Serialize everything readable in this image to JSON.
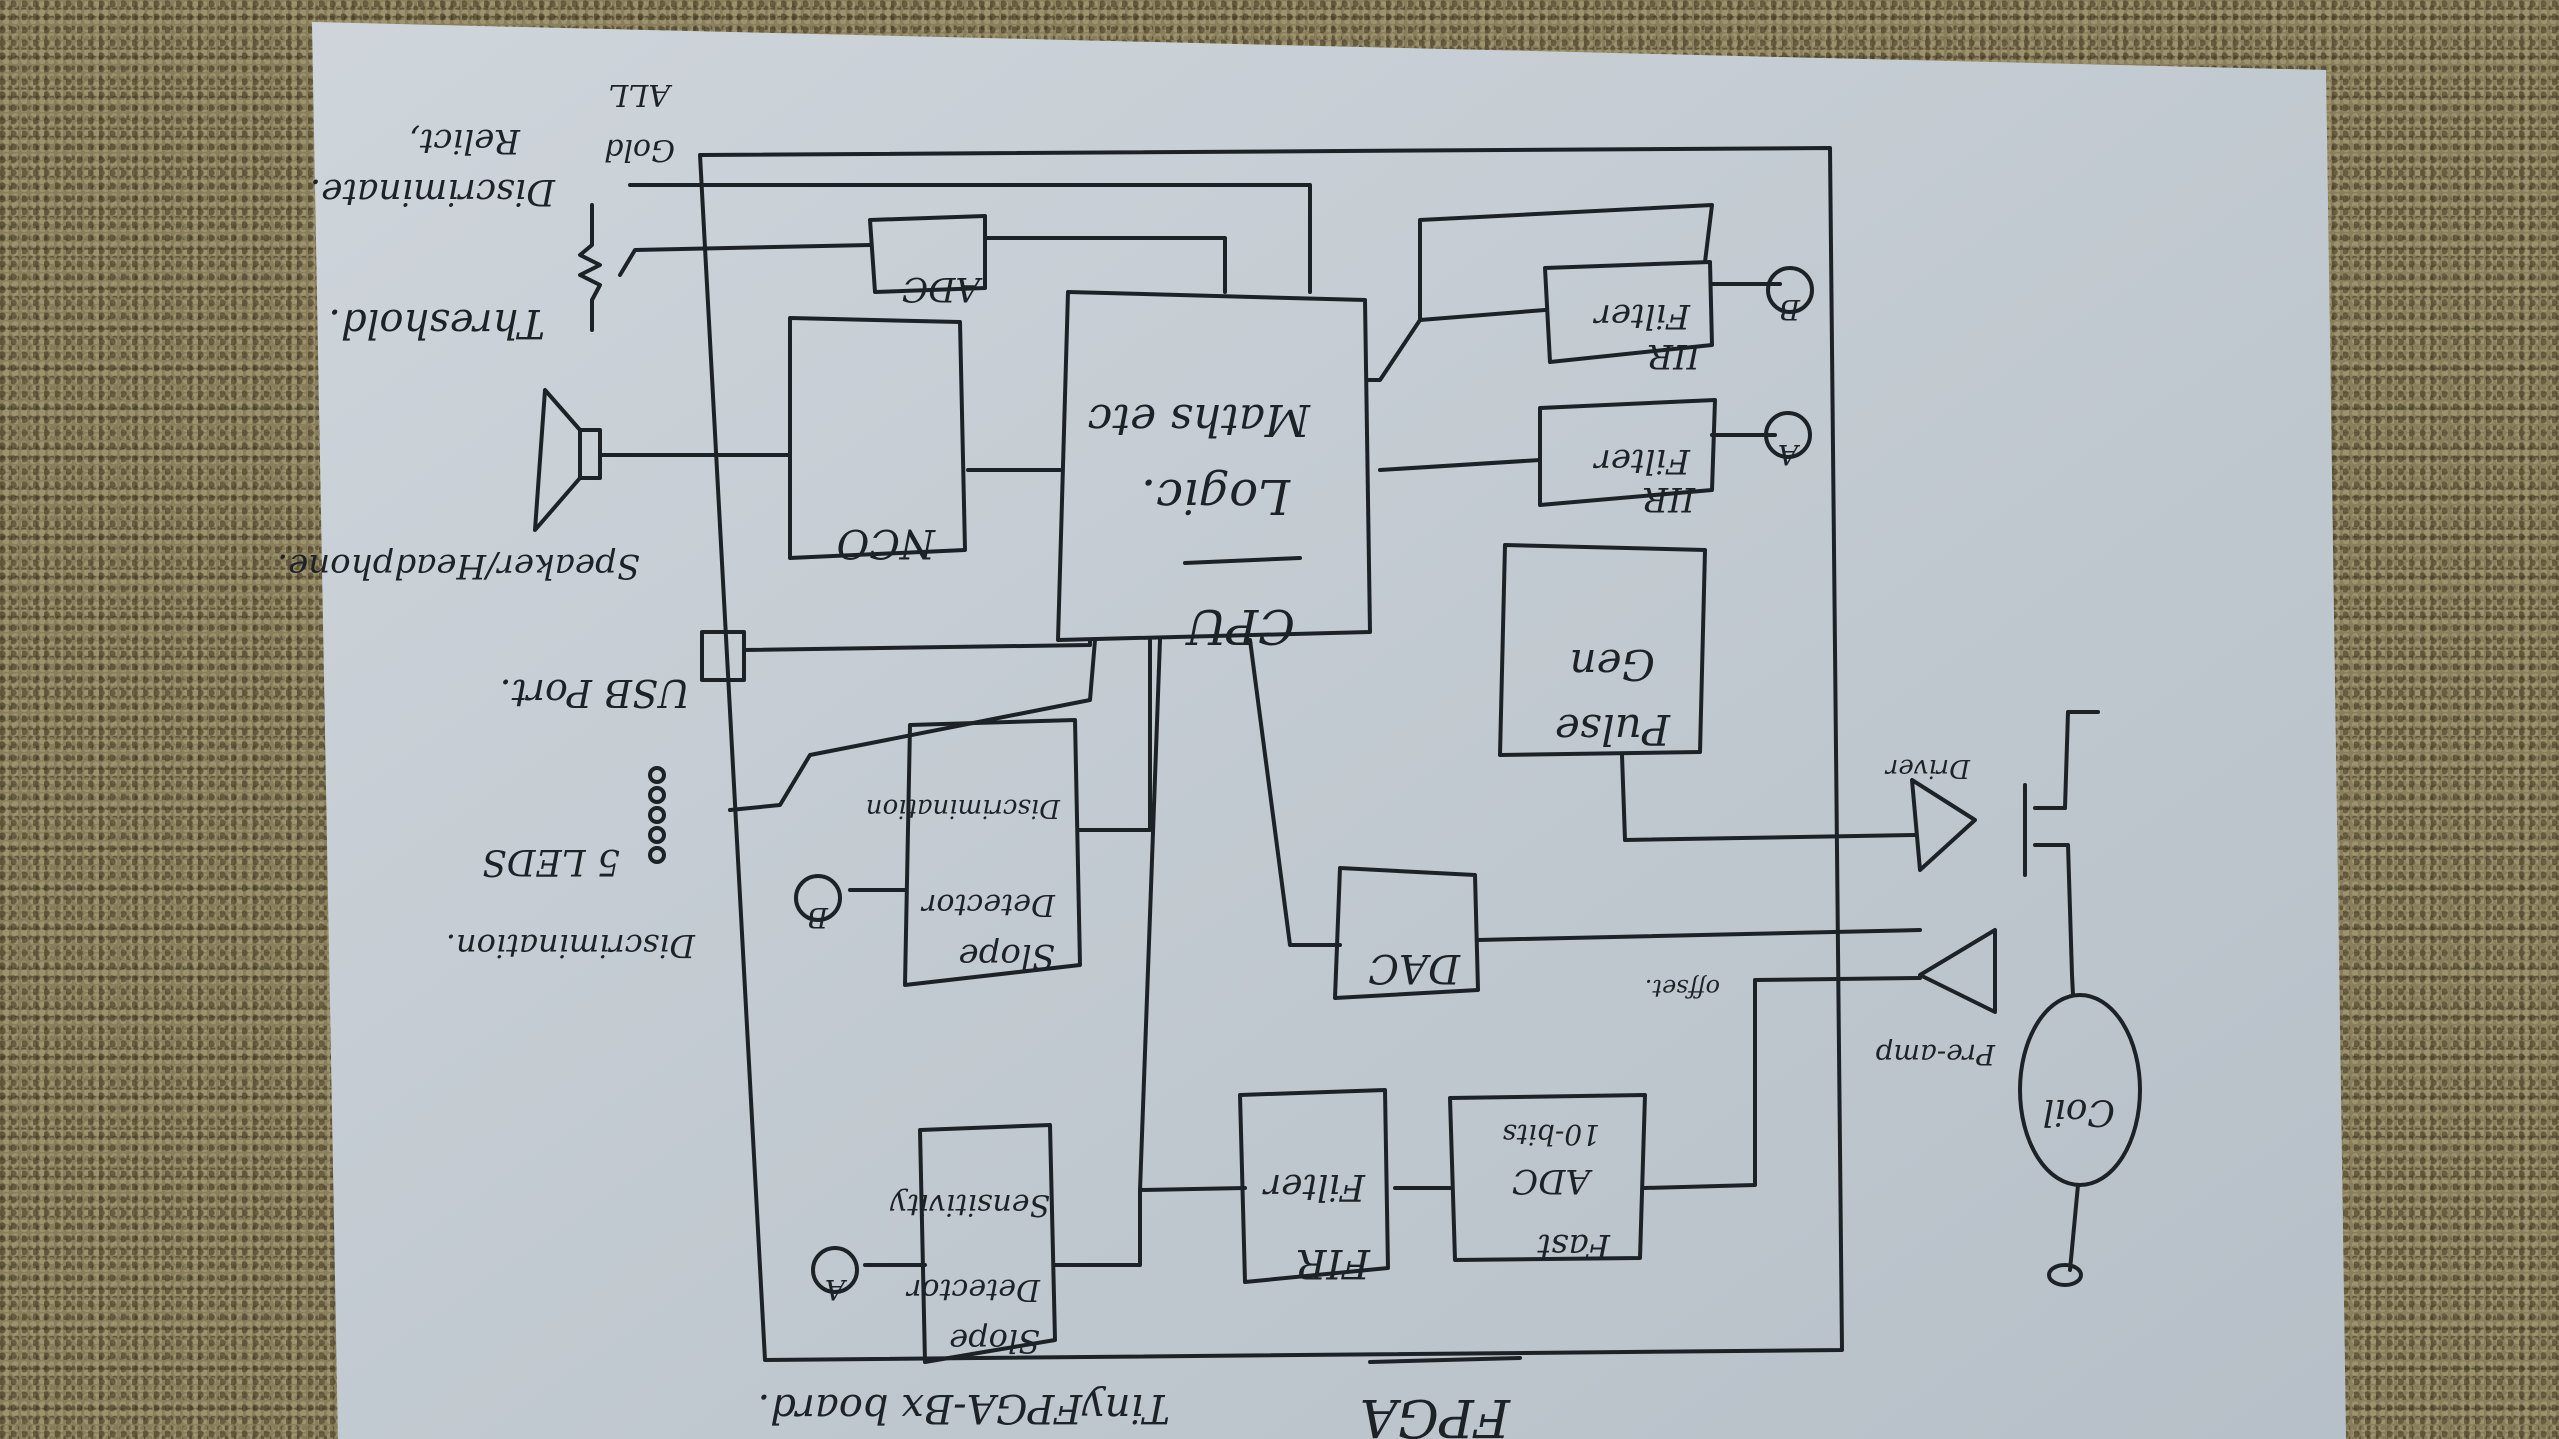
{
  "diagram": {
    "orientation": "upside-down handwritten sketch on paper",
    "title": "FPGA",
    "board_label": "TinyFPGA-Bx board.",
    "blocks": {
      "cpu": {
        "title": "CPU",
        "line1": "Logic.",
        "line2": "Maths etc"
      },
      "nco": {
        "label": "NCO"
      },
      "adc_small": {
        "label": "ADC"
      },
      "iir_filter": {
        "line1": "IIR",
        "line2": "Filter"
      },
      "iir_filter_2": {
        "line1": "IIR",
        "line2": "Filter"
      },
      "pulse_gen": {
        "line1": "Pulse",
        "line2": "Gen"
      },
      "slope_disc": {
        "line1": "Slope",
        "line2": "Detector",
        "line3": "Discrimination"
      },
      "slope_sens": {
        "line1": "Slope",
        "line2": "Detector",
        "line3": "Sensitivity"
      },
      "dac": {
        "label": "DAC"
      },
      "fir_filter": {
        "line1": "FIR",
        "line2": "Filter"
      },
      "fast_adc": {
        "line1": "Fast",
        "line2": "ADC",
        "line3": "10-bits"
      }
    },
    "connectors": {
      "a": "A",
      "b": "B"
    },
    "external": {
      "discriminate": "Discriminate.",
      "gold": "Gold",
      "all": "ALL",
      "relic": "Relict,",
      "threshold": "Threshold.",
      "speaker": "Speaker/Headphone.",
      "usb": "USB Port.",
      "leds": "5 LEDS",
      "discrimination": "Discrimination.",
      "driver": "Driver",
      "preamp": "Pre-amp",
      "offset": "offset.",
      "coil": "Coil"
    }
  }
}
